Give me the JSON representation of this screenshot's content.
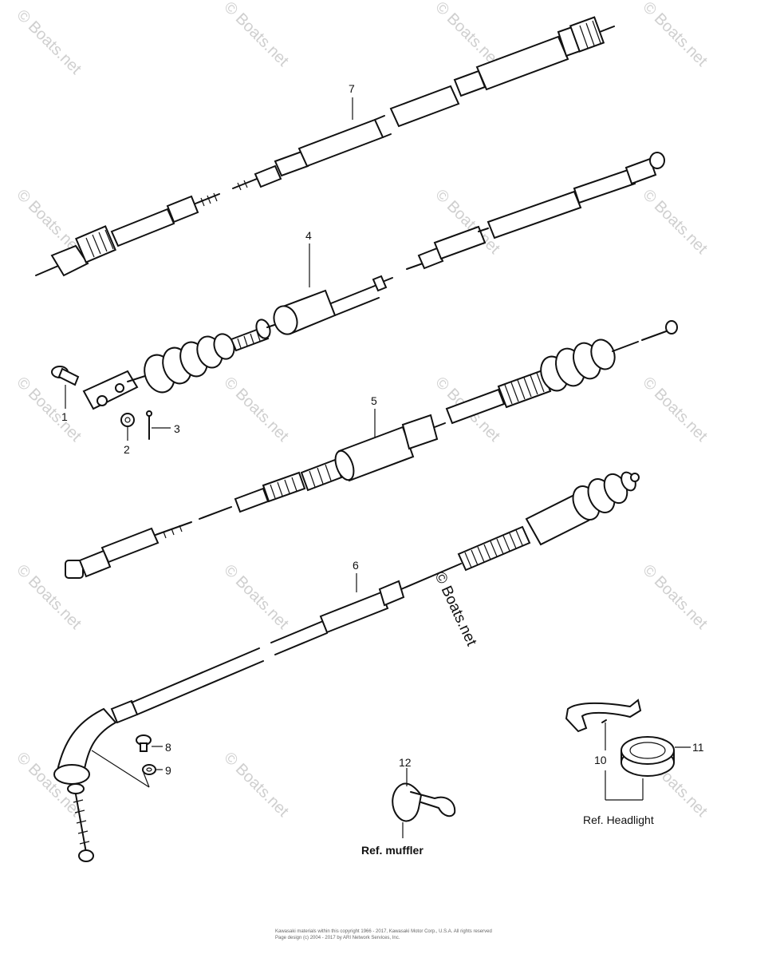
{
  "watermark": "© Boats.net",
  "callouts": {
    "c1": "1",
    "c2": "2",
    "c3": "3",
    "c4": "4",
    "c5": "5",
    "c6": "6",
    "c7": "7",
    "c8": "8",
    "c9": "9",
    "c10": "10",
    "c11": "11",
    "c12": "12"
  },
  "refs": {
    "muffler": "Ref. muffler",
    "headlight": "Ref. Headlight"
  },
  "footer": {
    "line1": "Kawasaki materials within this copyright 1966 - 2017, Kawasaki Motor Corp., U.S.A.   All rights reserved",
    "line2": "Page design (c) 2004 - 2017 by ARI Network Services, Inc."
  }
}
